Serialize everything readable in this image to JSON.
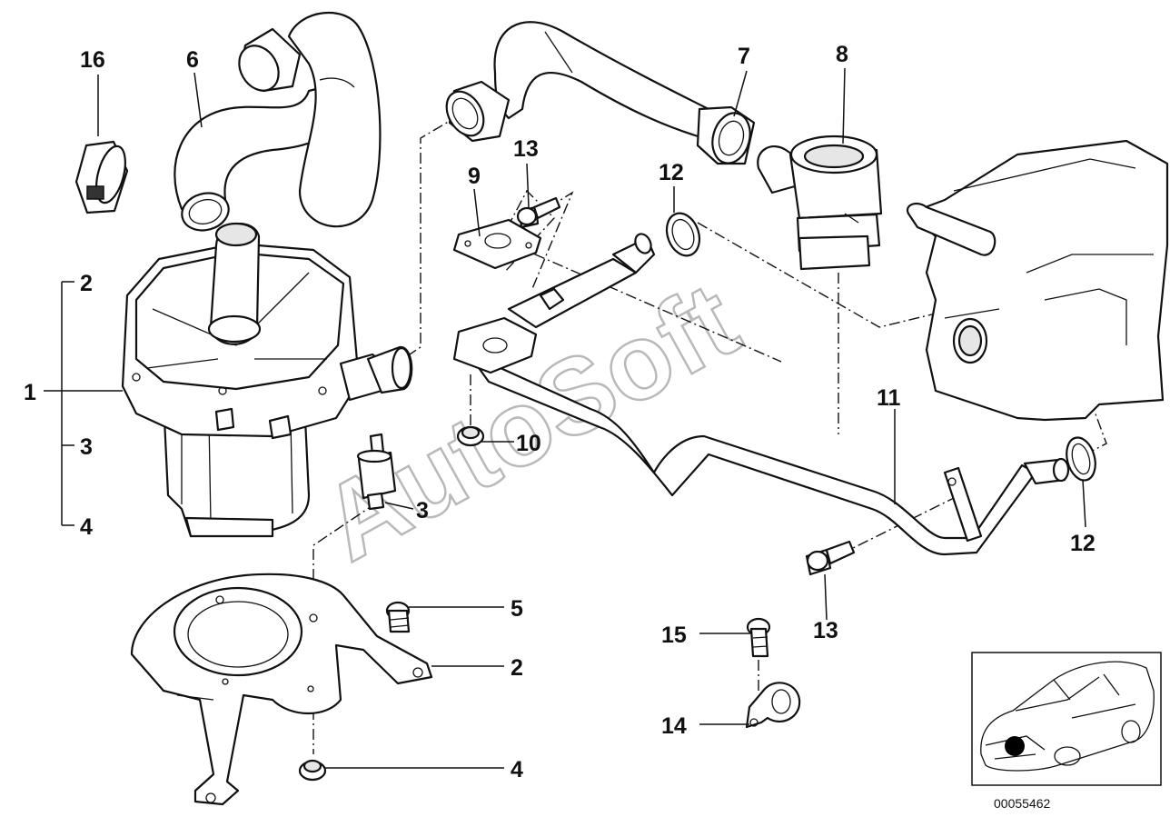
{
  "diagram": {
    "reference_number": "00055462",
    "watermark": "AutoSoft",
    "callouts": {
      "c1": "1",
      "c2_bracket": "2",
      "c3_bracket": "3",
      "c4_bracket": "4",
      "c16": "16",
      "c6": "6",
      "c7": "7",
      "c8": "8",
      "c13_upper": "13",
      "c9": "9",
      "c12_upper": "12",
      "c10": "10",
      "c3_mount": "3",
      "c5": "5",
      "c2_mount": "2",
      "c4_mount": "4",
      "c11": "11",
      "c12_lower": "12",
      "c13_lower": "13",
      "c15": "15",
      "c14": "14"
    }
  }
}
